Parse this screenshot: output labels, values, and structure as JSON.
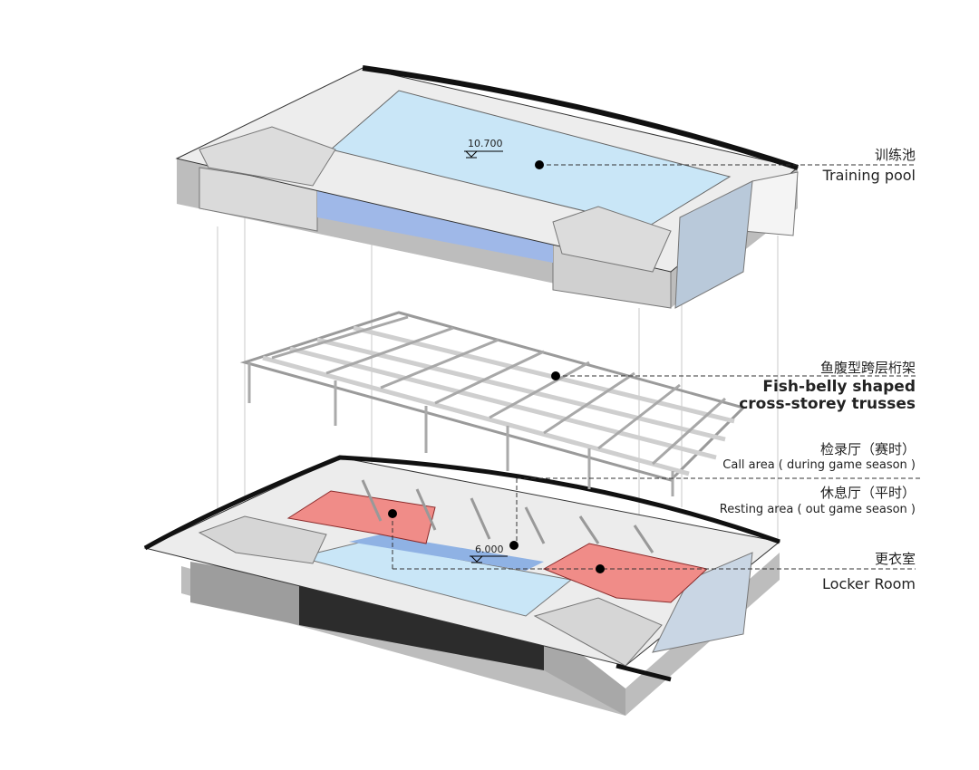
{
  "labels": {
    "training_pool": {
      "cn": "训练池",
      "en": "Training pool"
    },
    "trusses": {
      "cn": "鱼腹型跨层桁架",
      "en_line1": "Fish-belly shaped",
      "en_line2": "cross-storey trusses"
    },
    "call_area": {
      "cn": "检录厅（赛时）",
      "en": "Call area ( during game season )"
    },
    "resting_area": {
      "cn": "休息厅（平时）",
      "en": "Resting area ( out game season )"
    },
    "locker_room": {
      "cn": "更衣室",
      "en": "Locker Room"
    }
  },
  "levels": {
    "upper": "10.700",
    "lower": "6.000"
  },
  "colors": {
    "water": "#c9e6f7",
    "concrete": "#e2e2e2",
    "accent_room": "#f08c88",
    "steel": "#d0d0d0"
  }
}
